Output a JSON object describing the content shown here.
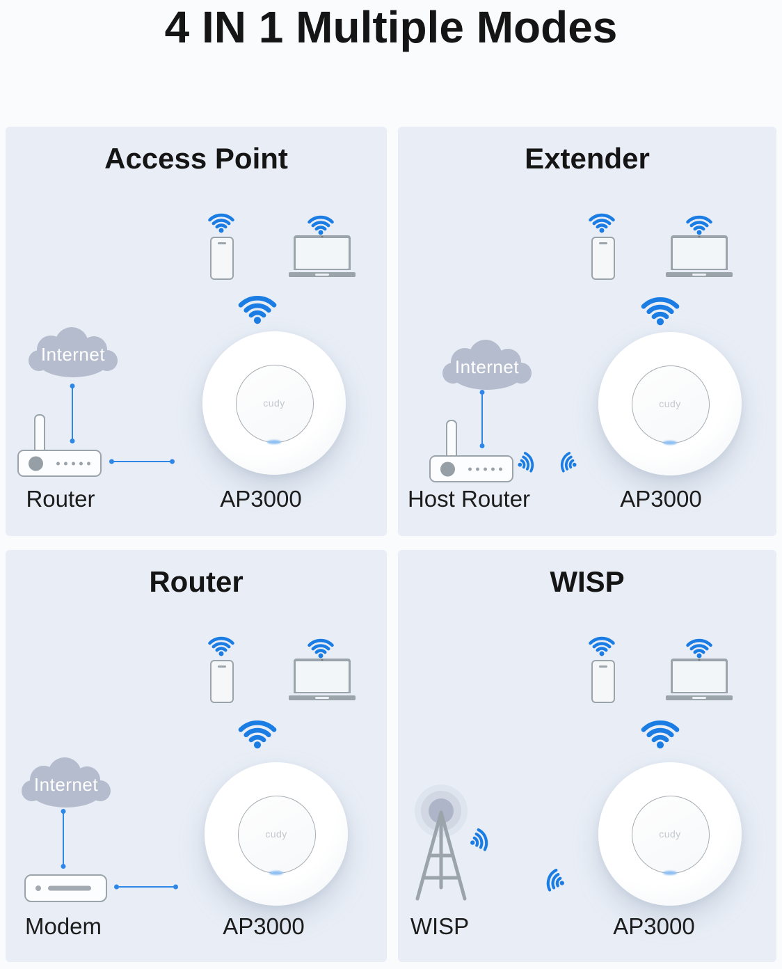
{
  "page": {
    "title": "4 IN 1 Multiple Modes"
  },
  "colors": {
    "accent_blue": "#1b7de4",
    "link_blue": "#2e86e6",
    "panel_bg": "#e9eef6",
    "page_bg": "#fafbfc",
    "device_gray": "#9ba3ab",
    "cloud_gray": "#b5bccd",
    "text_black": "#151515",
    "ap_light_blue": "#8ec0f2",
    "ap_logo_gray": "#c2c7cd"
  },
  "panels": [
    {
      "id": "access-point",
      "title": "Access Point",
      "cloud_label": "Internet",
      "source_label": "Router",
      "ap_label": "AP3000",
      "ap_logo": "cudy",
      "uplink": "wired",
      "backhaul": "wired"
    },
    {
      "id": "extender",
      "title": "Extender",
      "cloud_label": "Internet",
      "source_label": "Host Router",
      "ap_label": "AP3000",
      "ap_logo": "cudy",
      "uplink": "wired",
      "backhaul": "wireless"
    },
    {
      "id": "router",
      "title": "Router",
      "cloud_label": "Internet",
      "source_label": "Modem",
      "ap_label": "AP3000",
      "ap_logo": "cudy",
      "uplink": "wired",
      "backhaul": "wired"
    },
    {
      "id": "wisp",
      "title": "WISP",
      "source_label": "WISP",
      "ap_label": "AP3000",
      "ap_logo": "cudy",
      "uplink": "wireless-tower",
      "backhaul": "wireless"
    }
  ]
}
